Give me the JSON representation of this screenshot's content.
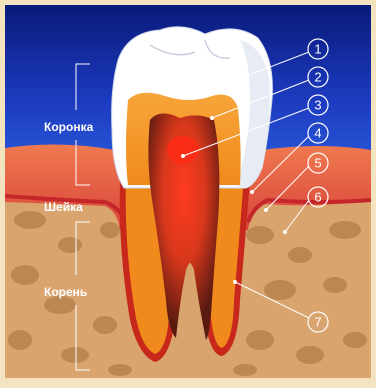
{
  "regions": {
    "crown": "Коронка",
    "neck": "Шейка",
    "root": "Корень"
  },
  "callouts": [
    "1",
    "2",
    "3",
    "4",
    "5",
    "6",
    "7"
  ],
  "colors": {
    "background_sky": "#1a2fa8",
    "gum": "#e05a4a",
    "bone": "#d7a06c",
    "bone_spots": "#b07a48",
    "enamel": "#ffffff",
    "dentin": "#f08a1c",
    "pulp": "#d22a1c",
    "root_outline": "#c0281c"
  }
}
